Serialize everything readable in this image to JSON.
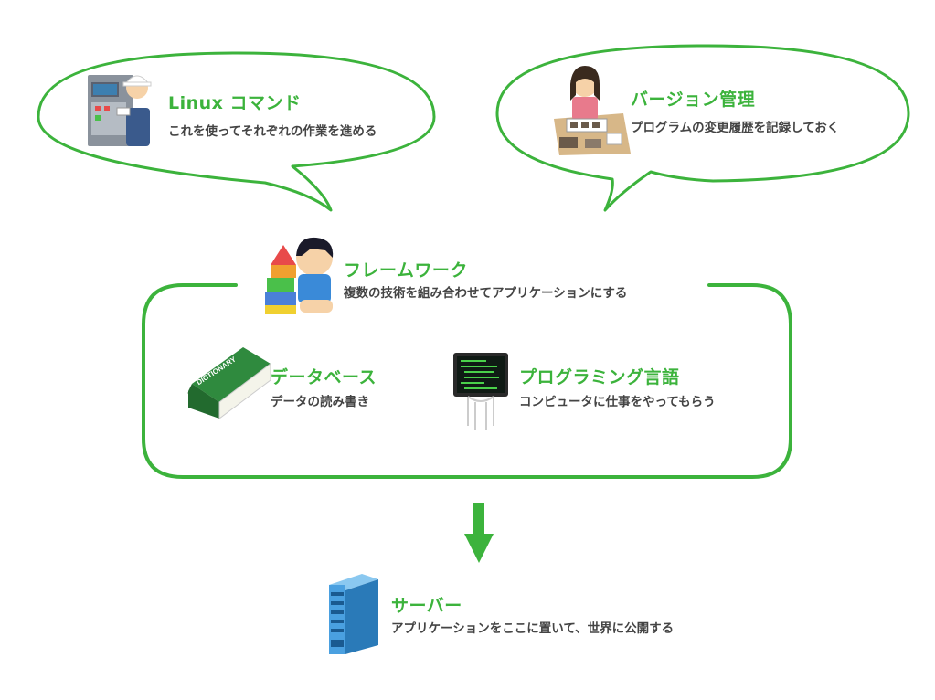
{
  "colors": {
    "accent": "#3cb33c",
    "text": "#444444",
    "bubble_fill": "#ffffff"
  },
  "linux": {
    "title": "Linux コマンド",
    "description": "これを使ってそれぞれの作業を進める",
    "icon": "factory-worker-icon"
  },
  "version_control": {
    "title": "バージョン管理",
    "description": "プログラムの変更履歴を記録しておく",
    "icon": "scrapbook-woman-icon"
  },
  "framework": {
    "title": "フレームワーク",
    "description": "複数の技術を組み合わせてアプリケーションにする",
    "icon": "building-blocks-child-icon"
  },
  "database": {
    "title": "データベース",
    "description": "データの読み書き",
    "icon": "dictionary-book-icon",
    "book_label": "DICTIONARY"
  },
  "programming_language": {
    "title": "プログラミング言語",
    "description": "コンピュータに仕事をやってもらう",
    "icon": "code-monitor-person-icon"
  },
  "server": {
    "title": "サーバー",
    "description": "アプリケーションをここに置いて、世界に公開する",
    "icon": "server-tower-icon"
  },
  "flow_arrow": {
    "icon": "arrow-down-icon"
  }
}
